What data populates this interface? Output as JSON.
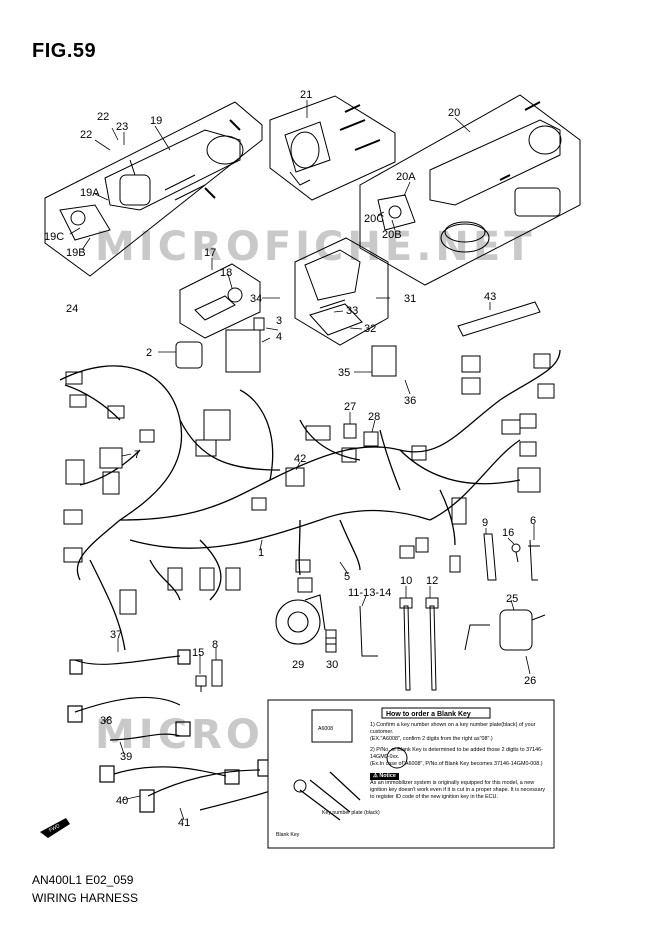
{
  "figure": {
    "title": "FIG.59"
  },
  "footer": {
    "model_code": "AN400L1 E02_059",
    "caption": "WIRING HARNESS"
  },
  "watermark": "MICROFICHE.NET",
  "direction_marker": "FWD",
  "callouts": {
    "c1": "1",
    "c2": "2",
    "c3": "3",
    "c4": "4",
    "c5": "5",
    "c6": "6",
    "c7": "7",
    "c8": "8",
    "c9": "9",
    "c10": "10",
    "c11_13_14": "11-13-14",
    "c12": "12",
    "c15": "15",
    "c16": "16",
    "c17": "17",
    "c18": "18",
    "c19": "19",
    "c19A": "19A",
    "c19B": "19B",
    "c19C": "19C",
    "c20": "20",
    "c20A": "20A",
    "c20B": "20B",
    "c20C": "20C",
    "c21": "21",
    "c22a": "22",
    "c22b": "22",
    "c23": "23",
    "c24": "24",
    "c25": "25",
    "c26": "26",
    "c27": "27",
    "c28": "28",
    "c29": "29",
    "c30": "30",
    "c31": "31",
    "c32": "32",
    "c33": "33",
    "c34": "34",
    "c35": "35",
    "c36": "36",
    "c37": "37",
    "c38": "38",
    "c39": "39",
    "c40": "40",
    "c41": "41",
    "c42": "42",
    "c43": "43"
  },
  "blank_key_box": {
    "heading": "How to order a Blank Key",
    "step1": "1) Confirm a key number shown on a key number plate(black) of your customer.",
    "step1_example": "(EX.\"A6008\", confirm 2 digits from the right as\"08\".)",
    "step2": "2) P/No. of Blank Key is determined to be added those 2 digits to 37146-14GM0-0xx.",
    "step2_example": "(Ex.In case of\"A6008\", P/No.of Blank Key becomes 37146-14GM0-008.)",
    "notice_label": "Notice",
    "notice_text": "As an immobilizer system is originally equipped for this model, a new ignition key doesn't work even if it is cut in a proper shape. It is necessary to register ID code of the new ignition key in the ECU.",
    "plate_code": "A6008",
    "plate_label": "Key number plate (black)",
    "blank_key_label": "Blank Key"
  }
}
